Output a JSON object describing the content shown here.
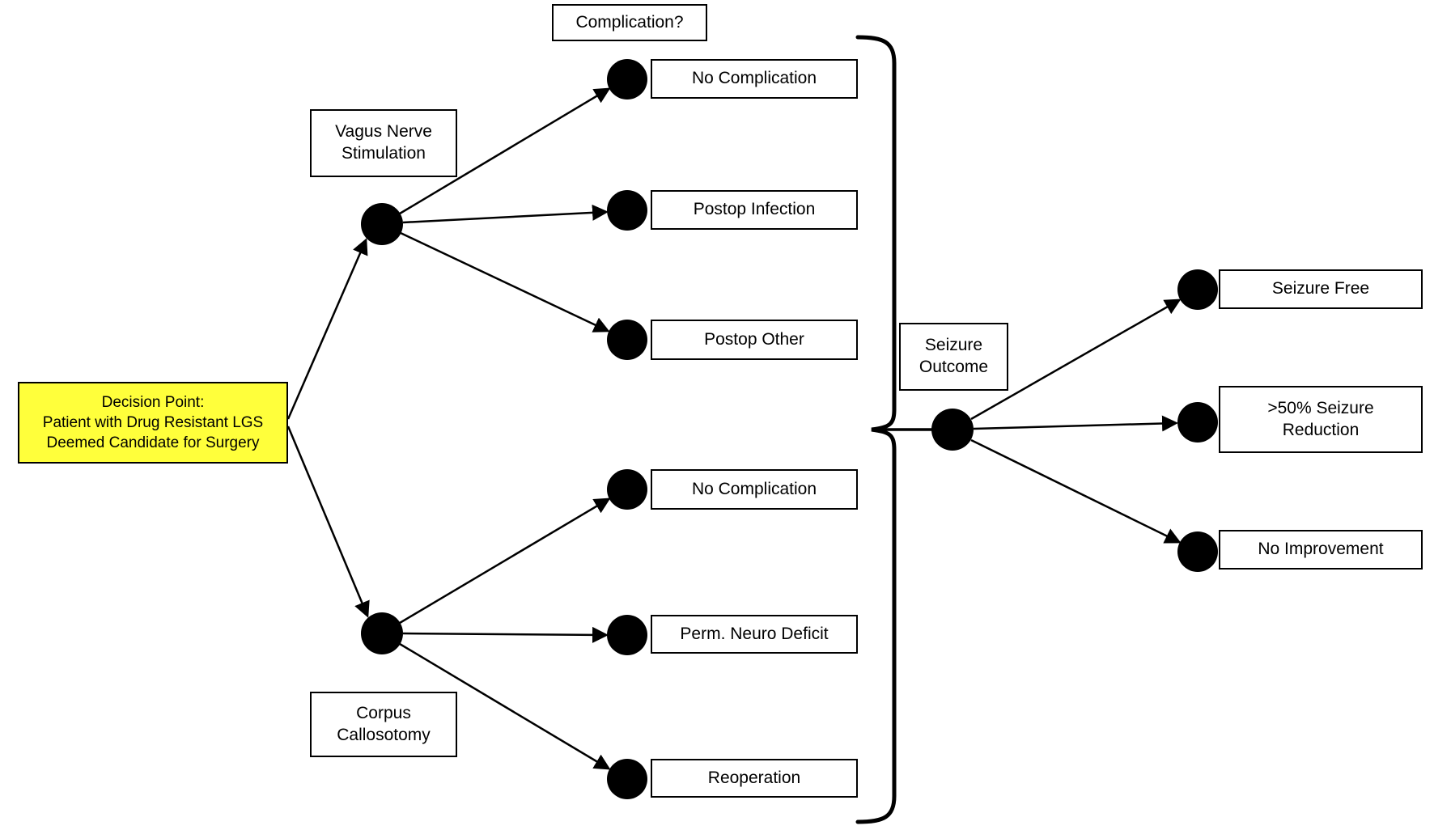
{
  "diagram": {
    "decision": {
      "label": "Decision Point:\nPatient with Drug Resistant LGS\nDeemed Candidate for Surgery",
      "fill_color": "#FFFF3B"
    },
    "question": "Complication?",
    "branches": [
      {
        "label": "Vagus Nerve\nStimulation",
        "complications": [
          "No Complication",
          "Postop Infection",
          "Postop Other"
        ]
      },
      {
        "label": "Corpus\nCallosotomy",
        "complications": [
          "No Complication",
          "Perm. Neuro Deficit",
          "Reoperation"
        ]
      }
    ],
    "outcome": {
      "label": "Seizure\nOutcome",
      "items": [
        "Seizure Free",
        ">50% Seizure\nReduction",
        "No Improvement"
      ]
    },
    "colors": {
      "node": "#000000",
      "line": "#000000",
      "box_border": "#000000",
      "box_background": "#FFFFFF",
      "highlight": "#FFFF3B"
    }
  }
}
